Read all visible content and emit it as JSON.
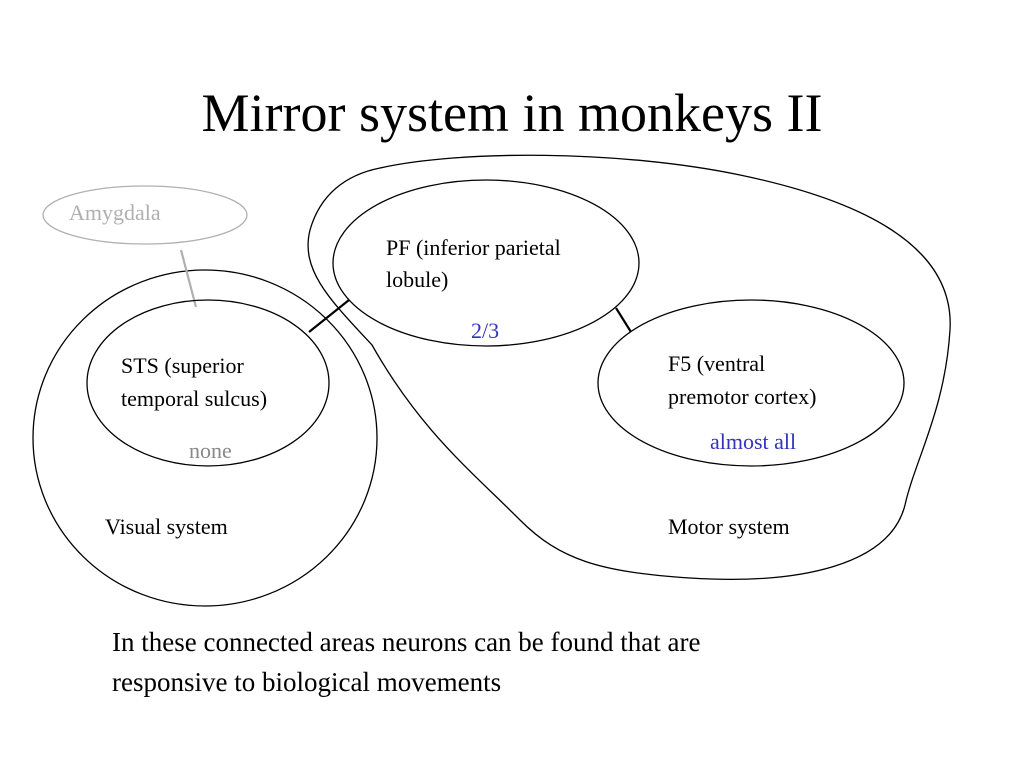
{
  "slide": {
    "title": "Mirror system in monkeys II",
    "caption_lines": [
      "In these connected areas neurons can be found that are",
      "responsive to biological movements"
    ]
  },
  "nodes": {
    "amygdala": {
      "label": "Amygdala",
      "color": "#b0b0b0"
    },
    "pf": {
      "lines": [
        "PF (inferior parietal",
        "lobule)"
      ],
      "value": "2/3"
    },
    "sts": {
      "lines": [
        "STS (superior",
        "temporal sulcus)"
      ],
      "value": "none"
    },
    "f5": {
      "lines": [
        "F5 (ventral",
        "premotor cortex)"
      ],
      "value": "almost all"
    }
  },
  "groups": {
    "visual": {
      "label": "Visual system"
    },
    "motor": {
      "label": "Motor system"
    }
  },
  "colors": {
    "text": "#000000",
    "amygdala": "#b0b0b0",
    "value_blue": "#3333bb",
    "value_grey": "#888888",
    "outline": "#000000"
  }
}
